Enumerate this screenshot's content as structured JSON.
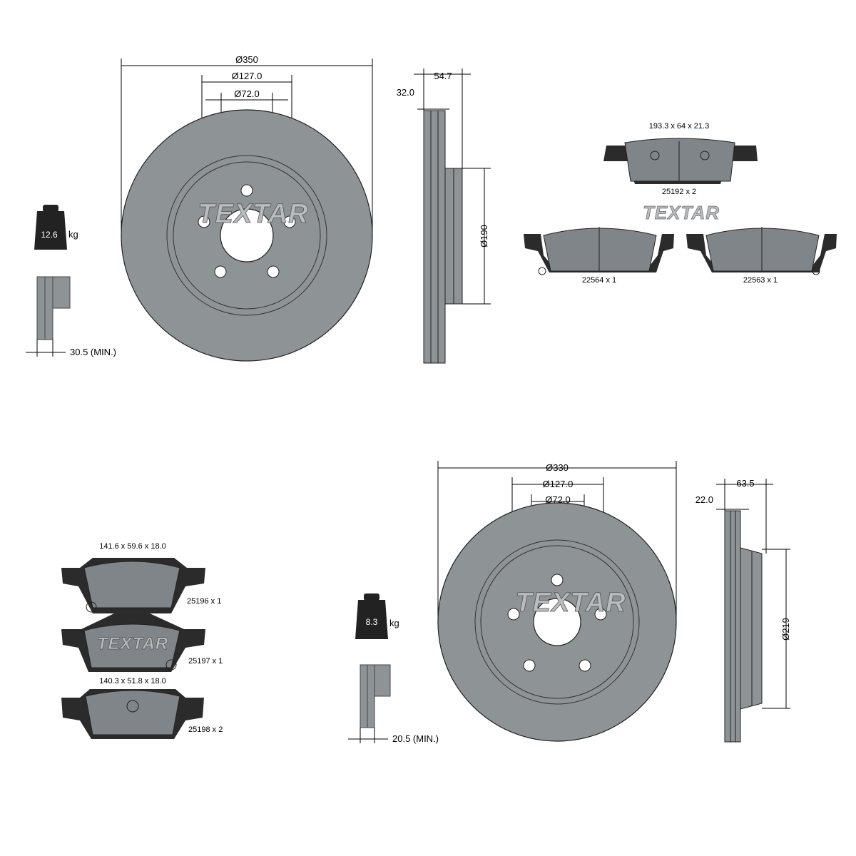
{
  "front_disc": {
    "outer_diameter": "Ø350",
    "bolt_circle": "Ø127.0",
    "center_bore": "Ø72.0",
    "hub_diameter": "Ø190",
    "thickness": "32.0",
    "height": "54.7",
    "min_thickness": "30.5 (MIN.)",
    "weight": "12.6",
    "weight_unit": "kg",
    "brand": "TEXTAR"
  },
  "front_pads": {
    "dimensions": "193.3 x 64 x 21.3",
    "brand": "TEXTAR",
    "parts": [
      "25192 x 2",
      "22564 x 1",
      "22563 x 1"
    ]
  },
  "rear_pads": {
    "dimensions_1": "141.6 x 59.6 x 18.0",
    "dimensions_2": "140.3 x 51.8 x 18.0",
    "brand": "TEXTAR",
    "parts": [
      "25196 x 1",
      "25197 x 1",
      "25198 x 2"
    ]
  },
  "rear_disc": {
    "outer_diameter": "Ø330",
    "bolt_circle": "Ø127.0",
    "center_bore": "Ø72.0",
    "hub_diameter": "Ø219",
    "thickness": "22.0",
    "height": "63.5",
    "min_thickness": "20.5 (MIN.)",
    "weight": "8.3",
    "weight_unit": "kg",
    "brand": "TEXTAR"
  }
}
